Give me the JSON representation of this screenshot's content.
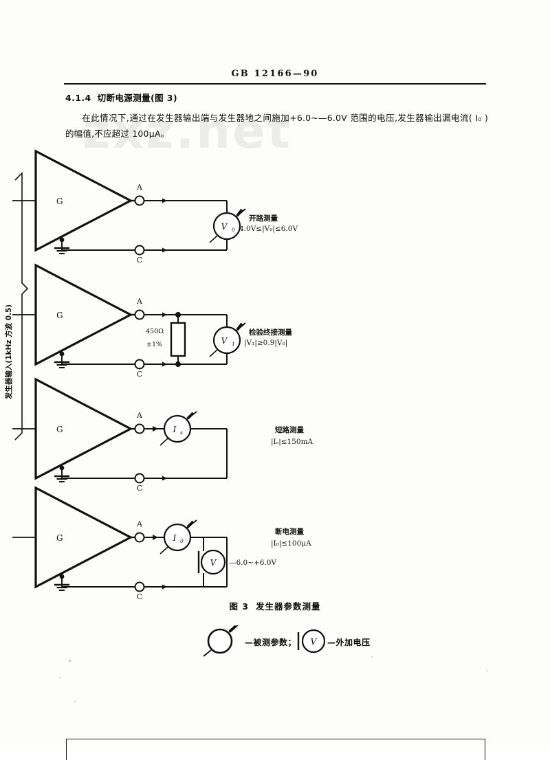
{
  "header": {
    "standard_number": "GB 12166—90"
  },
  "section": {
    "number": "4.1.4",
    "title": "切断电源测量(图 3)",
    "paragraph": "在此情况下,通过在发生器输出端与发生器地之间施加+6.0~—6.0V 范围的电压,发生器输出漏电流( I₀ )的幅值,不应超过 100μA。"
  },
  "watermark": "zxz.net",
  "figure": {
    "caption_number": "图 3",
    "caption_title": "发生器参数测量",
    "group_bracket_label": "发生器输入(1kHz 方波 0.5)",
    "amplifier_label": "G",
    "terminal_a": "A",
    "terminal_c": "C",
    "diagrams": [
      {
        "id": "open-circuit",
        "meter_symbol": "V",
        "meter_subscript": "0",
        "title": "开路测量",
        "condition": "4.0V≤|V₀|≤6.0V"
      },
      {
        "id": "terminated",
        "meter_symbol": "V",
        "meter_subscript": "1",
        "title": "检验终接测量",
        "condition": "|V₁|≥0.9|V₀|",
        "resistor_value": "450Ω",
        "resistor_tolerance": "±1%"
      },
      {
        "id": "short-circuit",
        "meter_symbol": "I",
        "meter_subscript": "s",
        "title": "短路测量",
        "condition": "|Iₛ|≤150mA"
      },
      {
        "id": "power-off",
        "meter_symbol": "I",
        "meter_subscript": "0",
        "title": "断电测量",
        "condition": "|I₀|≤100μA",
        "source_symbol": "V",
        "source_value": "—6.0~+6.0V"
      }
    ]
  },
  "legend": {
    "measured_param_text": "—被测参数；",
    "applied_voltage_symbol": "V",
    "applied_voltage_text": "—外加电压"
  }
}
